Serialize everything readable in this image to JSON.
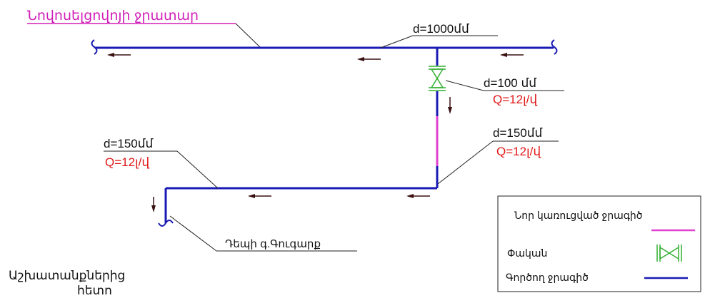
{
  "title": "Նովոսելցովոյի ջրատար",
  "labels": {
    "main_diameter": "d=1000մմ",
    "valve_diameter": "d=100 մմ",
    "valve_flow": "Q=12լ/վ",
    "right_diameter": "d=150մմ",
    "right_flow": "Q=12լ/վ",
    "left_diameter": "d=150մմ",
    "left_flow": "Q=12լ/վ",
    "destination": "Դեպի գ.Գուգարք"
  },
  "caption": {
    "line1": "Աշխատանքներից",
    "line2": "հետո"
  },
  "legend": {
    "items": [
      {
        "label": "Նոր կառուցված ջրագիծ",
        "symbol": "line",
        "color": "#e040d0"
      },
      {
        "label": "Փական",
        "symbol": "valve",
        "color": "#30b030"
      },
      {
        "label": "Գործող ջրագիծ",
        "symbol": "line",
        "color": "#1a1ab4"
      }
    ]
  },
  "colors": {
    "existing_pipe": "#1a1ab4",
    "new_pipe": "#e040d0",
    "valve": "#30b030",
    "flow_text": "#e01818",
    "leader": "#222222"
  }
}
